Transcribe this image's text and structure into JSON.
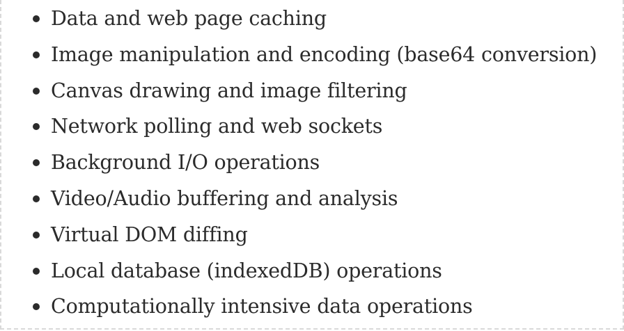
{
  "list": {
    "items": [
      "Data and web page caching",
      "Image manipulation and encoding (base64 conversion)",
      "Canvas drawing and image filtering",
      "Network polling and web sockets",
      "Background I/O operations",
      "Video/Audio buffering and analysis",
      "Virtual DOM diffing",
      "Local database (indexedDB) operations",
      "Computationally intensive data operations"
    ]
  }
}
